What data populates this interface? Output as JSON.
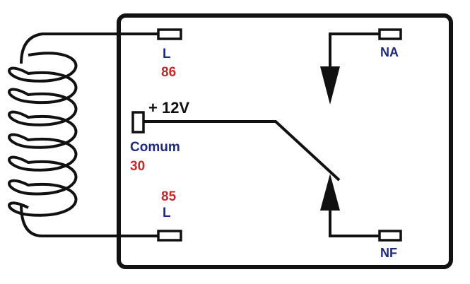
{
  "colors": {
    "stroke": "#111111",
    "label_blue": "#1f2a7a",
    "label_red": "#c8282c",
    "background": "#ffffff"
  },
  "labels": {
    "coil_top_letter": "L",
    "coil_top_number": "86",
    "supply": "+ 12V",
    "common": "Comum",
    "common_number": "30",
    "coil_bottom_number": "85",
    "coil_bottom_letter": "L",
    "normally_open": "NA",
    "normally_closed": "NF"
  }
}
